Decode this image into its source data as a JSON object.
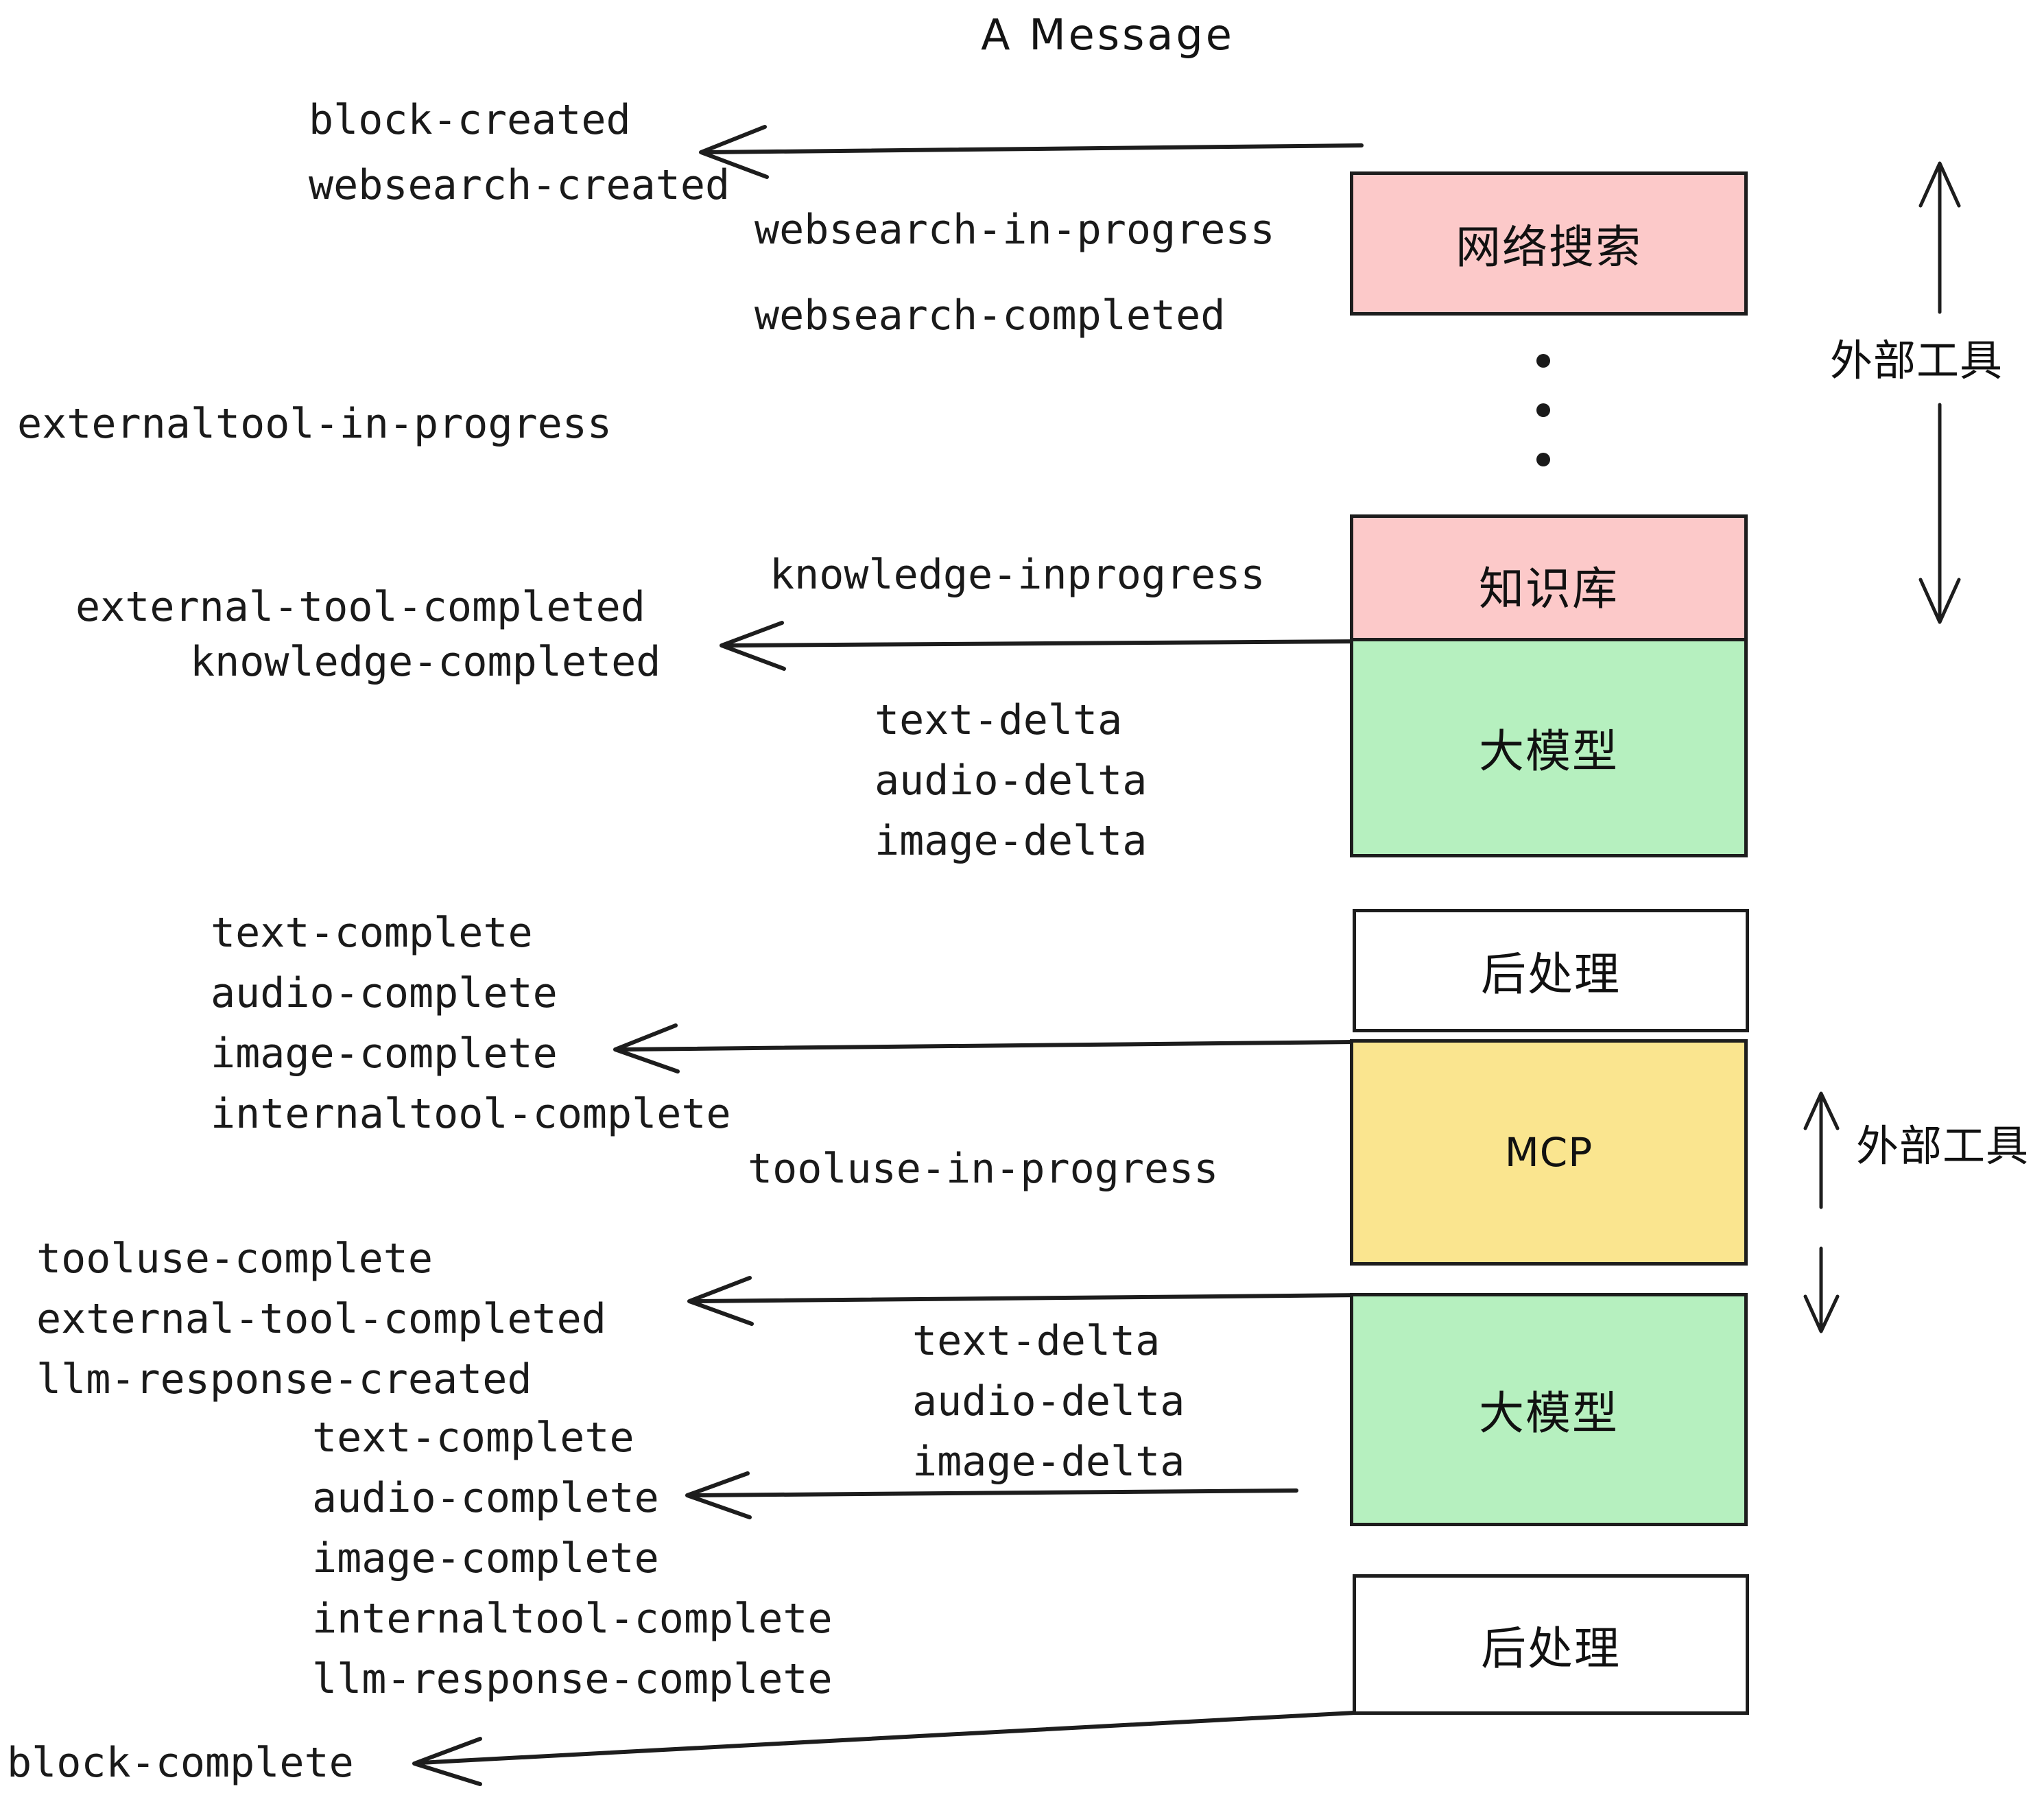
{
  "title": "A Message",
  "colors": {
    "external_tool_fill": "#fcc9c9",
    "llm_fill": "#b6f0bf",
    "mcp_fill": "#fae58f",
    "postprocess_fill": "#ffffff",
    "stroke": "#1d1d1d",
    "text": "#141414"
  },
  "boxes": [
    {
      "id": "websearch",
      "label": "网络搜索",
      "fill": "external_tool_fill",
      "script": "cjk"
    },
    {
      "id": "knowledge",
      "label": "知识库",
      "fill": "external_tool_fill",
      "script": "cjk"
    },
    {
      "id": "llm-top",
      "label": "大模型",
      "fill": "llm_fill",
      "script": "cjk"
    },
    {
      "id": "postprocess-top",
      "label": "后处理",
      "fill": "postprocess_fill",
      "script": "cjk"
    },
    {
      "id": "mcp",
      "label": "MCP",
      "fill": "mcp_fill",
      "script": "latin"
    },
    {
      "id": "llm-bottom",
      "label": "大模型",
      "fill": "llm_fill",
      "script": "cjk"
    },
    {
      "id": "postprocess-bottom",
      "label": "后处理",
      "fill": "postprocess_fill",
      "script": "cjk"
    }
  ],
  "side_labels": {
    "external_tool_upper": "外部工具",
    "external_tool_lower": "外部工具"
  },
  "events": [
    {
      "id": "block-created",
      "text": "block-created"
    },
    {
      "id": "websearch-created",
      "text": "websearch-created"
    },
    {
      "id": "websearch-in-progress",
      "text": "websearch-in-progress"
    },
    {
      "id": "websearch-completed",
      "text": "websearch-completed"
    },
    {
      "id": "externaltool-in-progress",
      "text": "externaltool-in-progress"
    },
    {
      "id": "knowledge-inprogress",
      "text": "knowledge-inprogress"
    },
    {
      "id": "external-tool-completed-1",
      "text": "external-tool-completed"
    },
    {
      "id": "knowledge-completed",
      "text": "knowledge-completed"
    },
    {
      "id": "text-delta-1",
      "text": "text-delta"
    },
    {
      "id": "audio-delta-1",
      "text": "audio-delta"
    },
    {
      "id": "image-delta-1",
      "text": "image-delta"
    },
    {
      "id": "text-complete-1",
      "text": "text-complete"
    },
    {
      "id": "audio-complete-1",
      "text": "audio-complete"
    },
    {
      "id": "image-complete-1",
      "text": "image-complete"
    },
    {
      "id": "internaltool-complete-1",
      "text": "internaltool-complete"
    },
    {
      "id": "tooluse-in-progress",
      "text": "tooluse-in-progress"
    },
    {
      "id": "tooluse-complete",
      "text": "tooluse-complete"
    },
    {
      "id": "external-tool-completed-2",
      "text": "external-tool-completed"
    },
    {
      "id": "llm-response-created",
      "text": "llm-response-created"
    },
    {
      "id": "text-delta-2",
      "text": "text-delta"
    },
    {
      "id": "audio-delta-2",
      "text": "audio-delta"
    },
    {
      "id": "image-delta-2",
      "text": "image-delta"
    },
    {
      "id": "text-complete-2",
      "text": "text-complete"
    },
    {
      "id": "audio-complete-2",
      "text": "audio-complete"
    },
    {
      "id": "image-complete-2",
      "text": "image-complete"
    },
    {
      "id": "internaltool-complete-2",
      "text": "internaltool-complete"
    },
    {
      "id": "llm-response-complete",
      "text": "llm-response-complete"
    },
    {
      "id": "block-complete",
      "text": "block-complete"
    }
  ],
  "ellipsis_dot_count": 3
}
